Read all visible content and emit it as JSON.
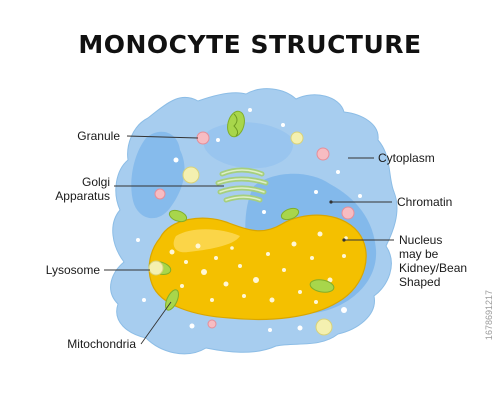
{
  "title": "MONOCYTE STRUCTURE",
  "colors": {
    "cytoplasm_outer": "#a7cdef",
    "cytoplasm_inner": "#74b1ea",
    "nucleus_fill": "#f4c000",
    "nucleus_highlight": "#fcd95a",
    "mitochondria": "#a8d64b",
    "golgi": "#c6e6a6",
    "granule_pink": "#f7bcc2",
    "granule_yellow": "#f4f0b0"
  },
  "labels": {
    "granule": "Granule",
    "golgi": [
      "Golgi",
      "Apparatus"
    ],
    "lysosome": "Lysosome",
    "mitochondria": "Mitochondria",
    "cytoplasm": "Cytoplasm",
    "chromatin": "Chromatin",
    "nucleus": [
      "Nucleus",
      "may be",
      "Kidney/Bean",
      "Shaped"
    ]
  },
  "watermark_id": "1678691217"
}
